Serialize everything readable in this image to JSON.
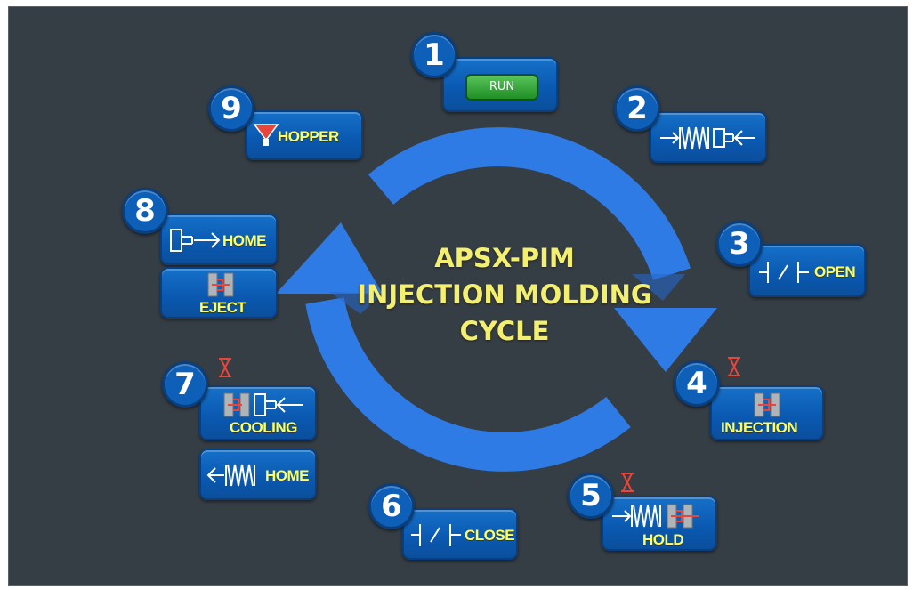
{
  "title": {
    "line1": "APSX-PIM",
    "line2": "INJECTION MOLDING",
    "line3": "CYCLE"
  },
  "steps": {
    "s1": {
      "number": "1",
      "label": "RUN"
    },
    "s2": {
      "number": "2"
    },
    "s3": {
      "number": "3",
      "label": "OPEN"
    },
    "s4": {
      "number": "4",
      "label": "INJECTION"
    },
    "s5": {
      "number": "5",
      "label": "HOLD"
    },
    "s6": {
      "number": "6",
      "label": "CLOSE"
    },
    "s7": {
      "number": "7",
      "label": "COOLING",
      "home_label": "HOME"
    },
    "s8": {
      "number": "8",
      "label": "HOME",
      "eject_label": "EJECT"
    },
    "s9": {
      "number": "9",
      "label": "HOPPER"
    }
  },
  "colors": {
    "background": "#353d45",
    "arrow": "#2f7be6",
    "button": "#0a58b0",
    "label": "#ffff5e",
    "run_button": "#2aa52f",
    "timer": "#e8463a"
  },
  "icons": {
    "timer": "hourglass-icon",
    "mold": "mold-icon",
    "spring": "spring-icon",
    "cylinder": "cylinder-icon",
    "switch": "switch-icon",
    "hopper": "hopper-icon"
  }
}
